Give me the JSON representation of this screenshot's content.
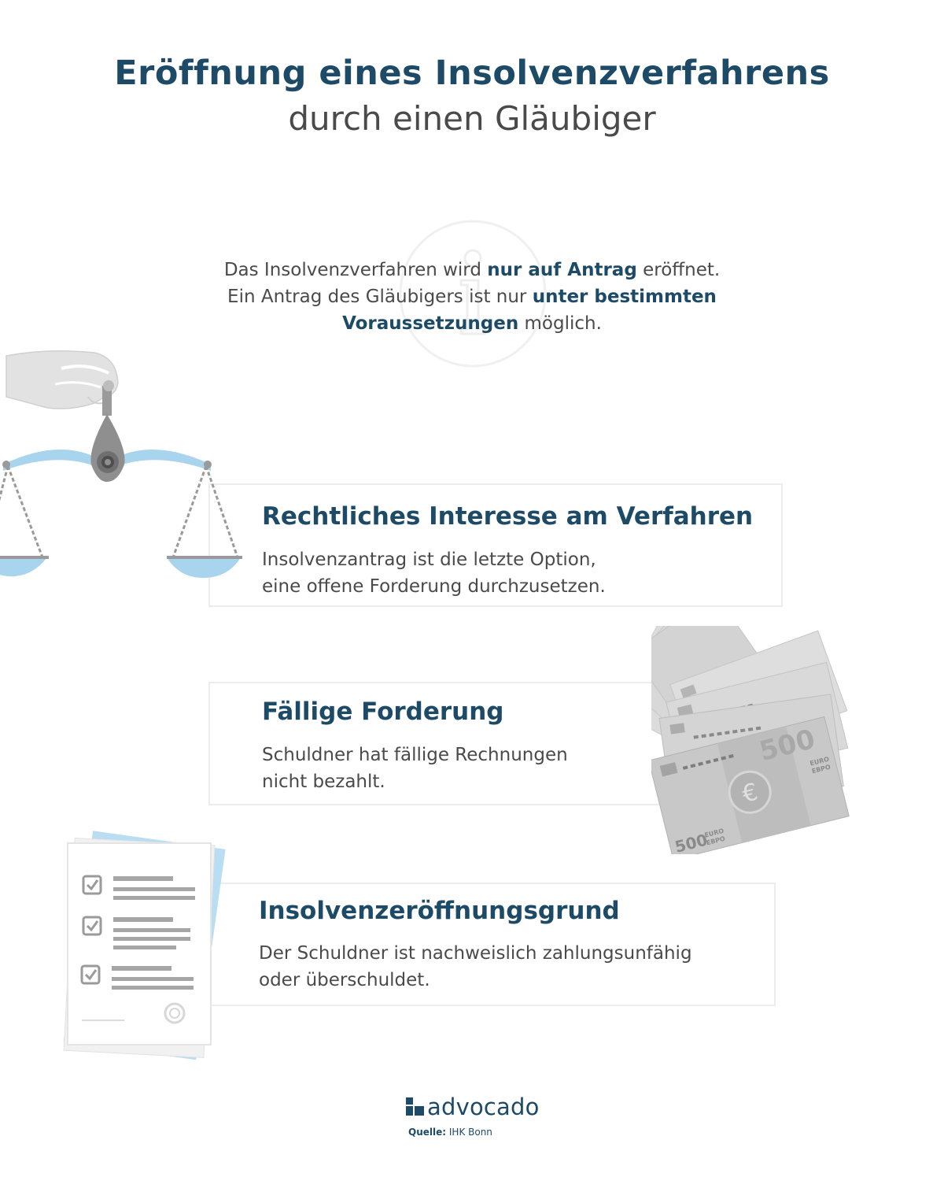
{
  "header": {
    "title_bold": "Eröffnung eines Insolvenzverfahrens",
    "title_light": "durch einen Gläubiger"
  },
  "intro": {
    "part1": "Das Insolvenzverfahren wird ",
    "highlight1": "nur auf Antrag",
    "part2": " eröffnet.",
    "part3": "Ein Antrag des Gläubigers ist nur ",
    "highlight2": "unter bestimmten Voraussetzungen",
    "part4": " möglich."
  },
  "cards": [
    {
      "title": "Rechtliches Interesse am Verfahren",
      "line1": "Insolvenzantrag ist die letzte Option,",
      "line2": "eine offene Forderung durchzusetzen."
    },
    {
      "title": "Fällige Forderung",
      "line1": "Schuldner hat fällige Rechnungen",
      "line2": "nicht bezahlt."
    },
    {
      "title": "Insolvenzeröffnungsgrund",
      "line1": "Der Schuldner ist nachweislich zahlungsunfähig",
      "line2": "oder überschuldet."
    }
  ],
  "banknote": {
    "denomination": "500",
    "label_euro": "EURO",
    "label_evro": "ЕВРО"
  },
  "footer": {
    "logo_bold": "advo",
    "logo_light": "cado",
    "source_label": "Quelle:",
    "source_value": "IHK Bonn"
  },
  "icons": [
    "info-icon",
    "scales-icon",
    "banknotes-icon",
    "checklist-icon",
    "advocado-logo-icon"
  ],
  "colors": {
    "primary": "#1d4a66",
    "text": "#4a4a4a",
    "accent_blue": "#a9d4ee",
    "border": "#ececec"
  }
}
